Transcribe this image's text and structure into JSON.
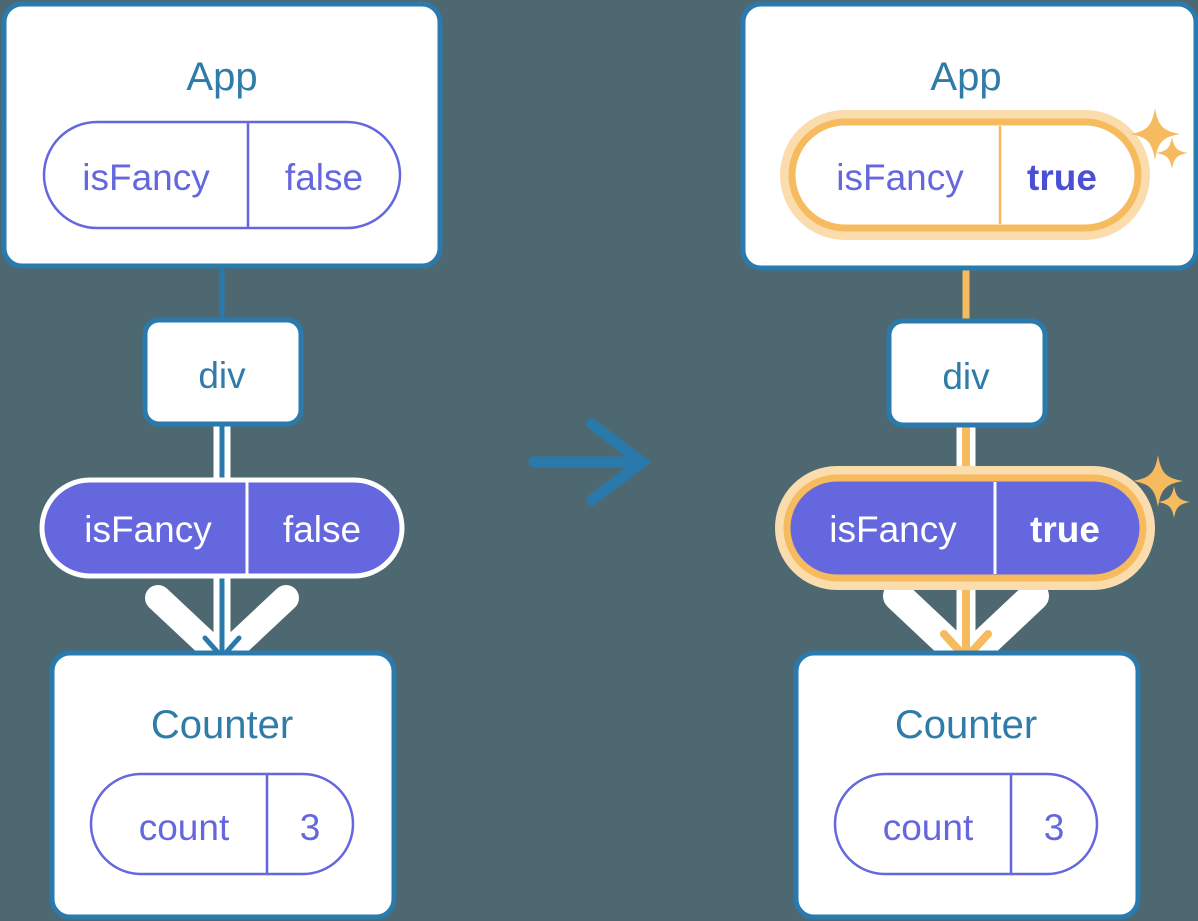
{
  "diagram": {
    "title_semantic": "react-state-lift-up-isfancy-toggle",
    "colors": {
      "background": "#4e6872",
      "box_border_blue": "#2b7aad",
      "box_fill_white": "#ffffff",
      "heading_blue": "#2f7ca8",
      "pill_purple": "#6467dd",
      "pill_text_white": "#ffffff",
      "pill_outline_purple": "#6467dd",
      "arrow_blue": "#2a79ab",
      "highlight_orange": "#f7bb5f",
      "highlight_orange_halo": "#fbdcad",
      "line_ghost_blue": "#c8d8e8",
      "line_ghost_orange": "#fdeed4"
    },
    "panels": [
      {
        "side": "left",
        "state": "before",
        "app": {
          "label": "App",
          "state_pill": {
            "name": "isFancy",
            "value": "false",
            "style": "outline",
            "highlighted": false,
            "value_bold": false
          }
        },
        "div": {
          "label": "div"
        },
        "prop_pill": {
          "name": "isFancy",
          "value": "false",
          "style": "filled",
          "highlighted": false,
          "value_bold": false
        },
        "counter": {
          "label": "Counter",
          "state_pill": {
            "name": "count",
            "value": "3",
            "style": "outline",
            "highlighted": false,
            "value_bold": false
          }
        },
        "flow_color": "#2a79ab",
        "sparkles": false
      },
      {
        "side": "right",
        "state": "after",
        "app": {
          "label": "App",
          "state_pill": {
            "name": "isFancy",
            "value": "true",
            "style": "outline",
            "highlighted": true,
            "value_bold": true
          }
        },
        "div": {
          "label": "div"
        },
        "prop_pill": {
          "name": "isFancy",
          "value": "true",
          "style": "filled",
          "highlighted": true,
          "value_bold": true
        },
        "counter": {
          "label": "Counter",
          "state_pill": {
            "name": "count",
            "value": "3",
            "style": "outline",
            "highlighted": false,
            "value_bold": false
          }
        },
        "flow_color": "#f7bb5f",
        "sparkles": true
      }
    ],
    "transition_arrow": {
      "name": "right-arrow-icon",
      "direction": "right",
      "color": "#2a79ab"
    },
    "sparkle_icon_name": "sparkle-icon"
  }
}
